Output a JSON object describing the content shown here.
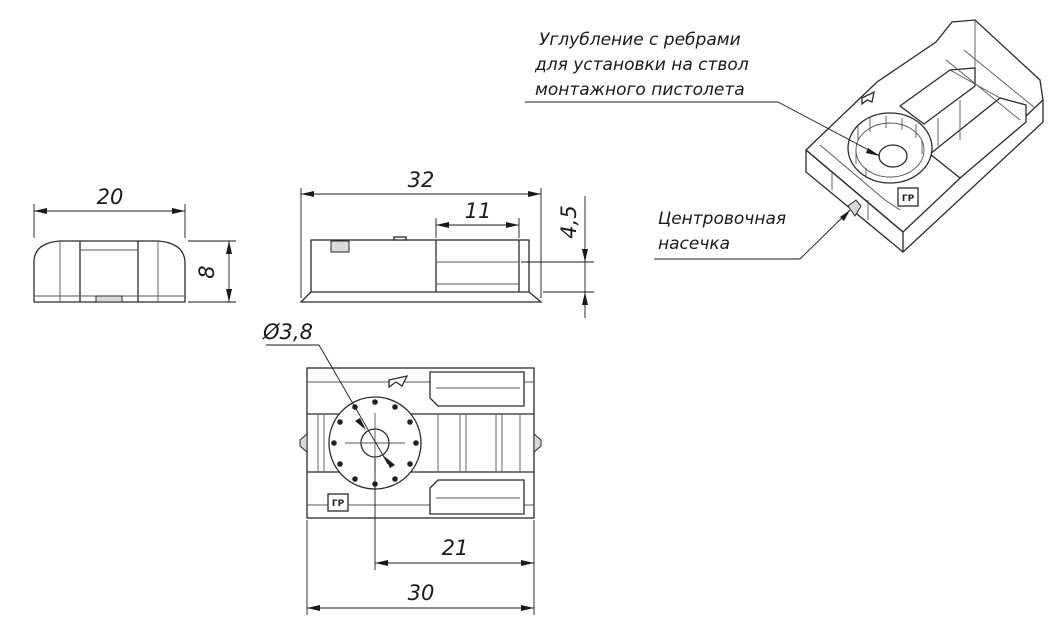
{
  "dimensions": {
    "front_width": "20",
    "front_height": "8",
    "side_length": "32",
    "side_recess_length": "11",
    "side_recess_depth": "4,5",
    "hole_diameter": "Ø3,8",
    "top_hole_offset": "21",
    "top_length": "30"
  },
  "callouts": {
    "recess": {
      "line1": "Углубление с ребрами",
      "line2": "для установки на ствол",
      "line3": "монтажного пистолета"
    },
    "notch": {
      "line1": "Центровочная",
      "line2": "насечка"
    }
  },
  "logo_text": "ГР"
}
